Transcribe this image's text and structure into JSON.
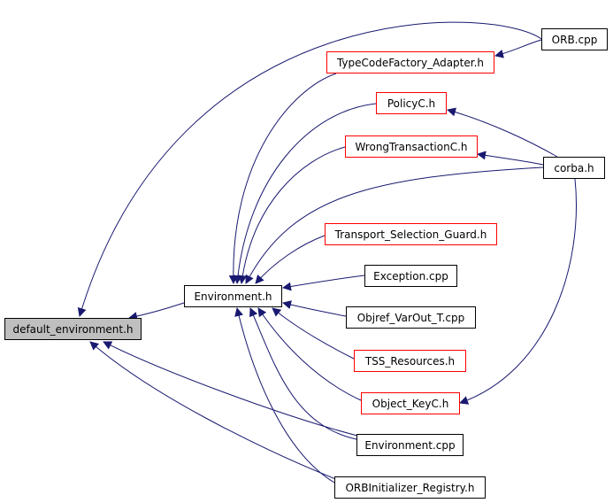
{
  "colors": {
    "edge": "#191970",
    "arrowhead": "#191970",
    "node_border": "#000000",
    "node_border_incomplete": "#ff0000",
    "focus_fill": "#bfbfbf",
    "background": "#ffffff"
  },
  "nodes": {
    "default_environment_h": {
      "label": "default_environment.h"
    },
    "environment_h": {
      "label": "Environment.h"
    },
    "orb_cpp": {
      "label": "ORB.cpp"
    },
    "typecodefactory_adapter_h": {
      "label": "TypeCodeFactory_Adapter.h"
    },
    "policyc_h": {
      "label": "PolicyC.h"
    },
    "wrongtransactionc_h": {
      "label": "WrongTransactionC.h"
    },
    "corba_h": {
      "label": "corba.h"
    },
    "transport_selection_guard_h": {
      "label": "Transport_Selection_Guard.h"
    },
    "exception_cpp": {
      "label": "Exception.cpp"
    },
    "objref_varout_t_cpp": {
      "label": "Objref_VarOut_T.cpp"
    },
    "tss_resources_h": {
      "label": "TSS_Resources.h"
    },
    "object_keyc_h": {
      "label": "Object_KeyC.h"
    },
    "environment_cpp": {
      "label": "Environment.cpp"
    },
    "orbinitializer_registry_h": {
      "label": "ORBInitializer_Registry.h"
    }
  },
  "edges": [
    {
      "from": "orb_cpp",
      "to": "default_environment_h"
    },
    {
      "from": "environment_h",
      "to": "default_environment_h"
    },
    {
      "from": "environment_cpp",
      "to": "default_environment_h"
    },
    {
      "from": "orbinitializer_registry_h",
      "to": "default_environment_h"
    },
    {
      "from": "orb_cpp",
      "to": "typecodefactory_adapter_h"
    },
    {
      "from": "typecodefactory_adapter_h",
      "to": "environment_h"
    },
    {
      "from": "policyc_h",
      "to": "environment_h"
    },
    {
      "from": "wrongtransactionc_h",
      "to": "environment_h"
    },
    {
      "from": "corba_h",
      "to": "environment_h"
    },
    {
      "from": "transport_selection_guard_h",
      "to": "environment_h"
    },
    {
      "from": "exception_cpp",
      "to": "environment_h"
    },
    {
      "from": "objref_varout_t_cpp",
      "to": "environment_h"
    },
    {
      "from": "tss_resources_h",
      "to": "environment_h"
    },
    {
      "from": "object_keyc_h",
      "to": "environment_h"
    },
    {
      "from": "environment_cpp",
      "to": "environment_h"
    },
    {
      "from": "orbinitializer_registry_h",
      "to": "environment_h"
    },
    {
      "from": "corba_h",
      "to": "policyc_h"
    },
    {
      "from": "corba_h",
      "to": "wrongtransactionc_h"
    },
    {
      "from": "corba_h",
      "to": "object_keyc_h"
    }
  ]
}
